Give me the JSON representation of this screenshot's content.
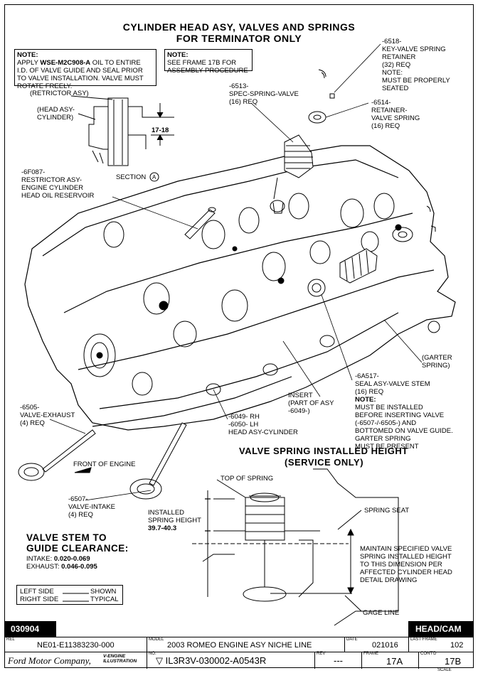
{
  "title": {
    "line1": "CYLINDER HEAD ASY, VALVES AND SPRINGS",
    "line2": "FOR TERMINATOR ONLY"
  },
  "note1": {
    "heading": "NOTE:",
    "line1_prefix": "APPLY ",
    "line1_bold": "WSE-M2C908-A",
    "line1_suffix": " OIL TO ENTIRE",
    "line2": "I.D. OF VALVE GUIDE AND SEAL PRIOR",
    "line3": "TO VALVE INSTALLATION. VALVE MUST",
    "line4": "ROTATE FREELY."
  },
  "note2": {
    "heading": "NOTE:",
    "line1": "SEE FRAME 17B FOR",
    "line2": "ASSEMBLY PROCEDURE"
  },
  "section_detail": {
    "retrictor": "(RETRICTOR ASY)",
    "head_asy_1": "(HEAD ASY-",
    "head_asy_2": "CYLINDER)",
    "dimension": "17-18",
    "section_label": "SECTION",
    "section_letter": "A"
  },
  "callouts": {
    "key_retainer": [
      "-6518-",
      "KEY-VALVE SPRING",
      "RETAINER",
      "(32) REQ",
      "NOTE:",
      "MUST BE PROPERLY",
      "SEATED"
    ],
    "spring_valve": [
      "-6513-",
      "SPEC-SPRING-VALVE",
      "(16) REQ"
    ],
    "retainer_spring": [
      "-6514-",
      "RETAINER-",
      "VALVE SPRING",
      "(16) REQ"
    ],
    "restrictor": [
      "-6F087-",
      "RESTRICTOR ASY-",
      "ENGINE CYLINDER",
      "HEAD OIL RESERVOIR"
    ],
    "garter": [
      "(GARTER",
      "SPRING)"
    ],
    "seal": [
      "-6A517-",
      "SEAL ASY-VALVE STEM",
      "(16) REQ",
      "NOTE:",
      "MUST BE INSTALLED",
      "BEFORE INSERTING VALVE",
      "(-6507-/-6505-) AND",
      "BOTTOMED ON VALVE GUIDE.",
      "GARTER SPRING",
      "MUST BE PRESENT"
    ],
    "insert": [
      "INSERT",
      "(PART OF ASY",
      "-6049-)"
    ],
    "head_asy": [
      "-6049- RH",
      "-6050- LH",
      "HEAD ASY-CYLINDER"
    ],
    "valve_exhaust": [
      "-6505-",
      "VALVE-EXHAUST",
      "(4) REQ"
    ],
    "front_engine": "FRONT OF ENGINE",
    "valve_intake": [
      "-6507-",
      "VALVE-INTAKE",
      "(4) REQ"
    ]
  },
  "spring_height": {
    "heading1": "VALVE SPRING INSTALLED HEIGHT",
    "heading2": "(SERVICE ONLY)",
    "top_of_spring": "TOP OF SPRING",
    "installed_1": "INSTALLED",
    "installed_2": "SPRING HEIGHT",
    "installed_value": "39.7-40.3",
    "spring_seat": "SPRING SEAT",
    "maintain": [
      "MAINTAIN SPECIFIED VALVE",
      "SPRING INSTALLED HEIGHT",
      "TO THIS DIMENSION PER",
      "AFFECTED CYLINDER HEAD",
      "DETAIL DRAWING"
    ],
    "gage_line": "GAGE LINE"
  },
  "clearance": {
    "heading1": "VALVE STEM TO",
    "heading2": "GUIDE CLEARANCE:",
    "intake_label": "INTAKE: ",
    "intake_value": "0.020-0.069",
    "exhaust_label": "EXHAUST: ",
    "exhaust_value": "0.046-0.095"
  },
  "legend": {
    "left_side": "LEFT SIDE",
    "shown": "SHOWN",
    "right_side": "RIGHT SIDE",
    "typical": "TYPICAL"
  },
  "title_block": {
    "left_tab": "030904",
    "right_tab": "HEAD/CAM",
    "rel_label": "REL",
    "rel_value": "NE01-E11383230-000",
    "model_label": "MODEL",
    "model_value": "2003 ROMEO ENGINE ASY NICHE LINE",
    "date_label": "DATE",
    "date_value": "021016",
    "last_frame_label": "LAST FRAME",
    "last_frame_value": "102",
    "company": "Ford Motor Company,",
    "illus_1": "V-ENGINE",
    "illus_2": "ILLUSTRATION",
    "no_label": "NO.",
    "no_value": "IL3R3V-030002-A0543R",
    "rev_label": "REV",
    "rev_value": "---",
    "frame_label": "FRAME",
    "frame_value": "17A",
    "contd_label": "CONT'D",
    "contd_value": "17B",
    "scale": "SCALE"
  }
}
